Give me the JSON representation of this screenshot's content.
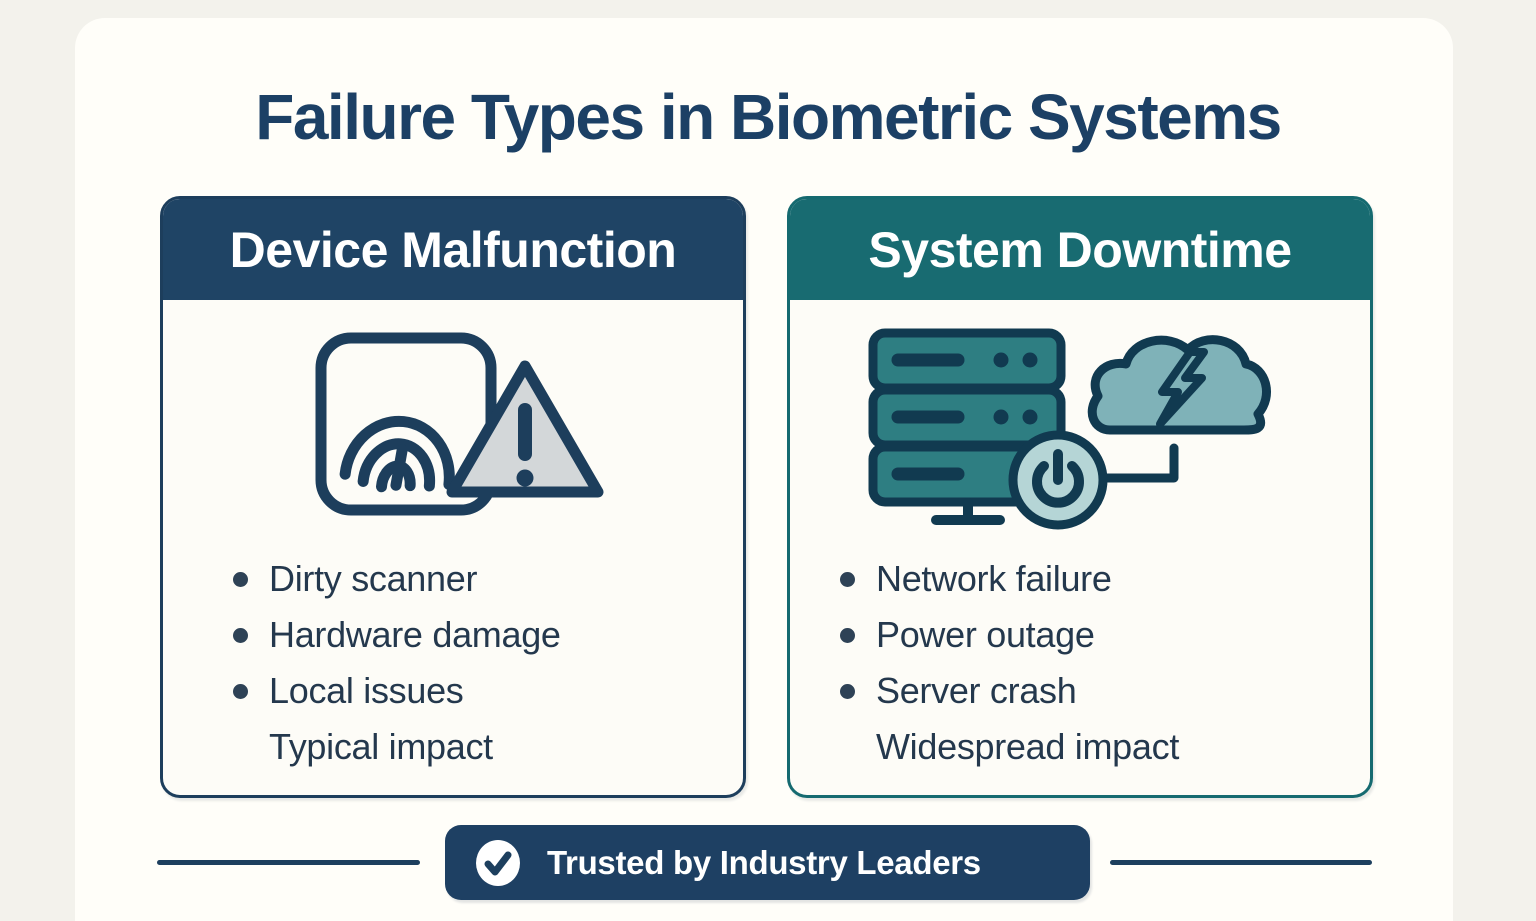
{
  "title": "Failure Types in Biometric Systems",
  "colors": {
    "page_background": "#f3f2ec",
    "panel_background": "#fffef9",
    "navy": "#1f4465",
    "teal": "#186b71",
    "title_text": "#1c4065",
    "list_text": "#24384d",
    "badge_background": "#1e4063",
    "warning_triangle_fill": "#d3d7d9",
    "server_fill": "#2e7e82",
    "cloud_fill": "#7fb2b8",
    "power_fill": "#b5d5d6",
    "icon_outline": "#113a50"
  },
  "cards": [
    {
      "title": "Device Malfunction",
      "icon": "fingerprint-warning-icon",
      "items": [
        "Dirty scanner",
        "Hardware damage",
        "Local issues"
      ],
      "footnote": "Typical impact"
    },
    {
      "title": "System Downtime",
      "icon": "server-cloud-power-icon",
      "items": [
        "Network failure",
        "Power outage",
        "Server crash"
      ],
      "footnote": "Widespread impact"
    }
  ],
  "footer": {
    "badge_label": "Trusted by Industry Leaders",
    "badge_icon": "check-circle-icon"
  }
}
